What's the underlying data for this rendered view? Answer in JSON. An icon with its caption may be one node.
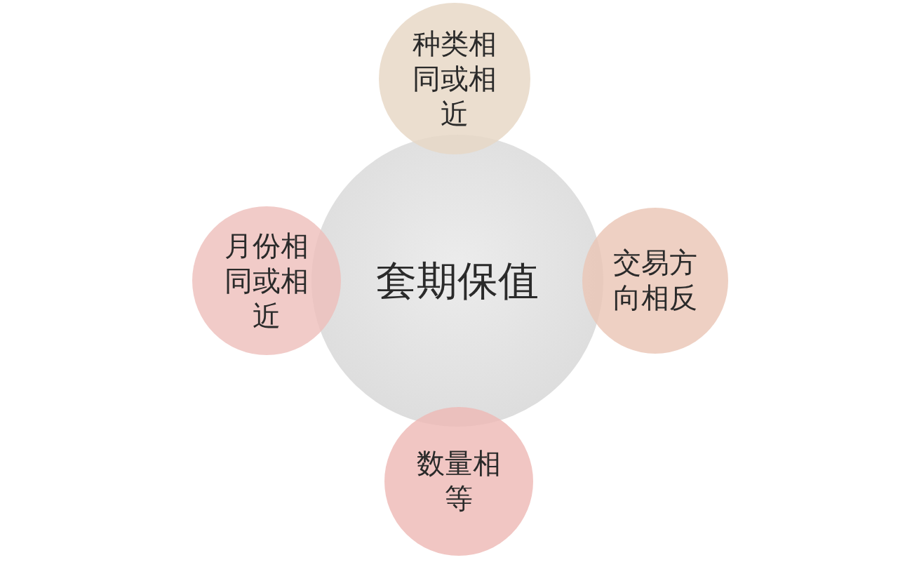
{
  "diagram": {
    "nodes": [
      {
        "text": [
          "种类相同或相近"
        ]
      },
      {
        "text": [
          "月份相同或相近"
        ]
      },
      {
        "text": [
          "套期保值"
        ]
      },
      {
        "text": [
          "交易方向相反"
        ]
      },
      {
        "text": [
          "数量相等"
        ]
      }
    ]
  }
}
